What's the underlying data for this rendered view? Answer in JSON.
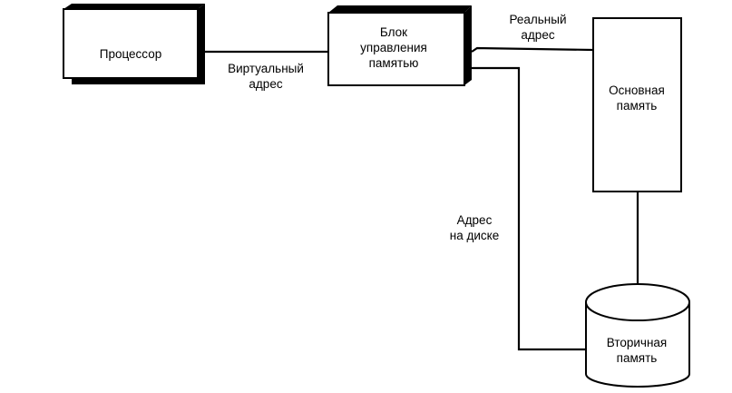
{
  "nodes": {
    "cpu": {
      "lines": [
        "Процессор"
      ]
    },
    "mmu": {
      "lines": [
        "Блок",
        "управления",
        "памятью"
      ]
    },
    "main_memory": {
      "lines": [
        "Основная",
        "память"
      ]
    },
    "secondary_memory": {
      "lines": [
        "Вторичная",
        "память"
      ]
    }
  },
  "edges": {
    "virtual_address": {
      "lines": [
        "Виртуальный",
        "адрес"
      ]
    },
    "real_address": {
      "lines": [
        "Реальный",
        "адрес"
      ]
    },
    "disk_address": {
      "lines": [
        "Адрес",
        "на диске"
      ]
    }
  }
}
